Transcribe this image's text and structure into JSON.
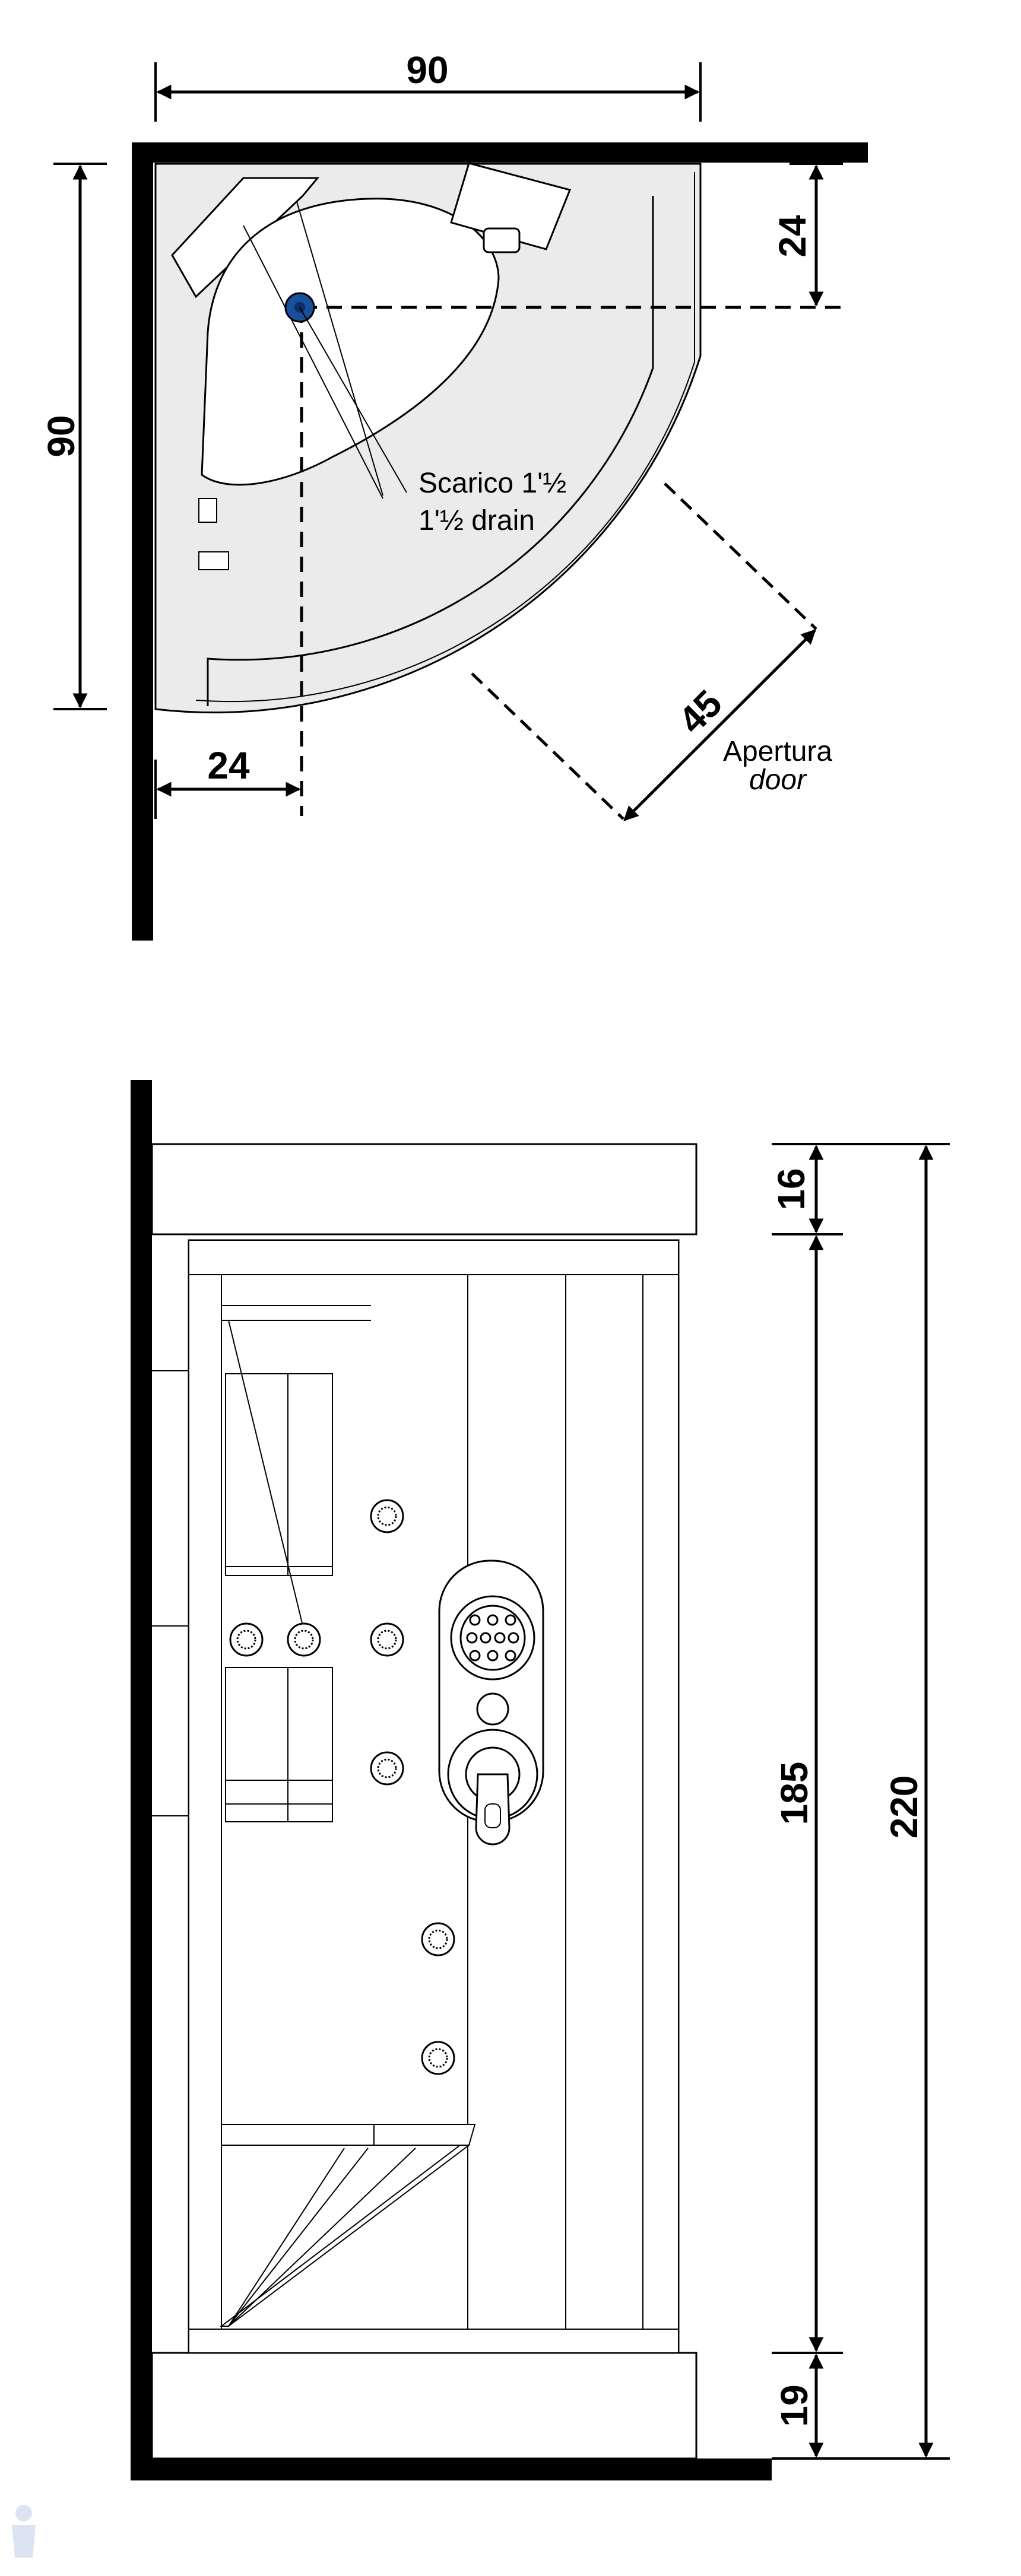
{
  "plan_view": {
    "width_dim": "90",
    "depth_dim": "90",
    "drain_offset_top": "24",
    "drain_offset_left": "24",
    "door_opening": "45",
    "drain_label_it": "Scarico 1'½",
    "drain_label_en": "1'½ drain",
    "door_label_it": "Apertura",
    "door_label_en": "door"
  },
  "elevation_view": {
    "top_height": "16",
    "cabin_height": "185",
    "base_height": "19",
    "total_height": "220"
  },
  "colors": {
    "wall": "#000000",
    "panel_fill": "#ebebeb",
    "drain": "#1a4f9c",
    "line": "#000000"
  }
}
